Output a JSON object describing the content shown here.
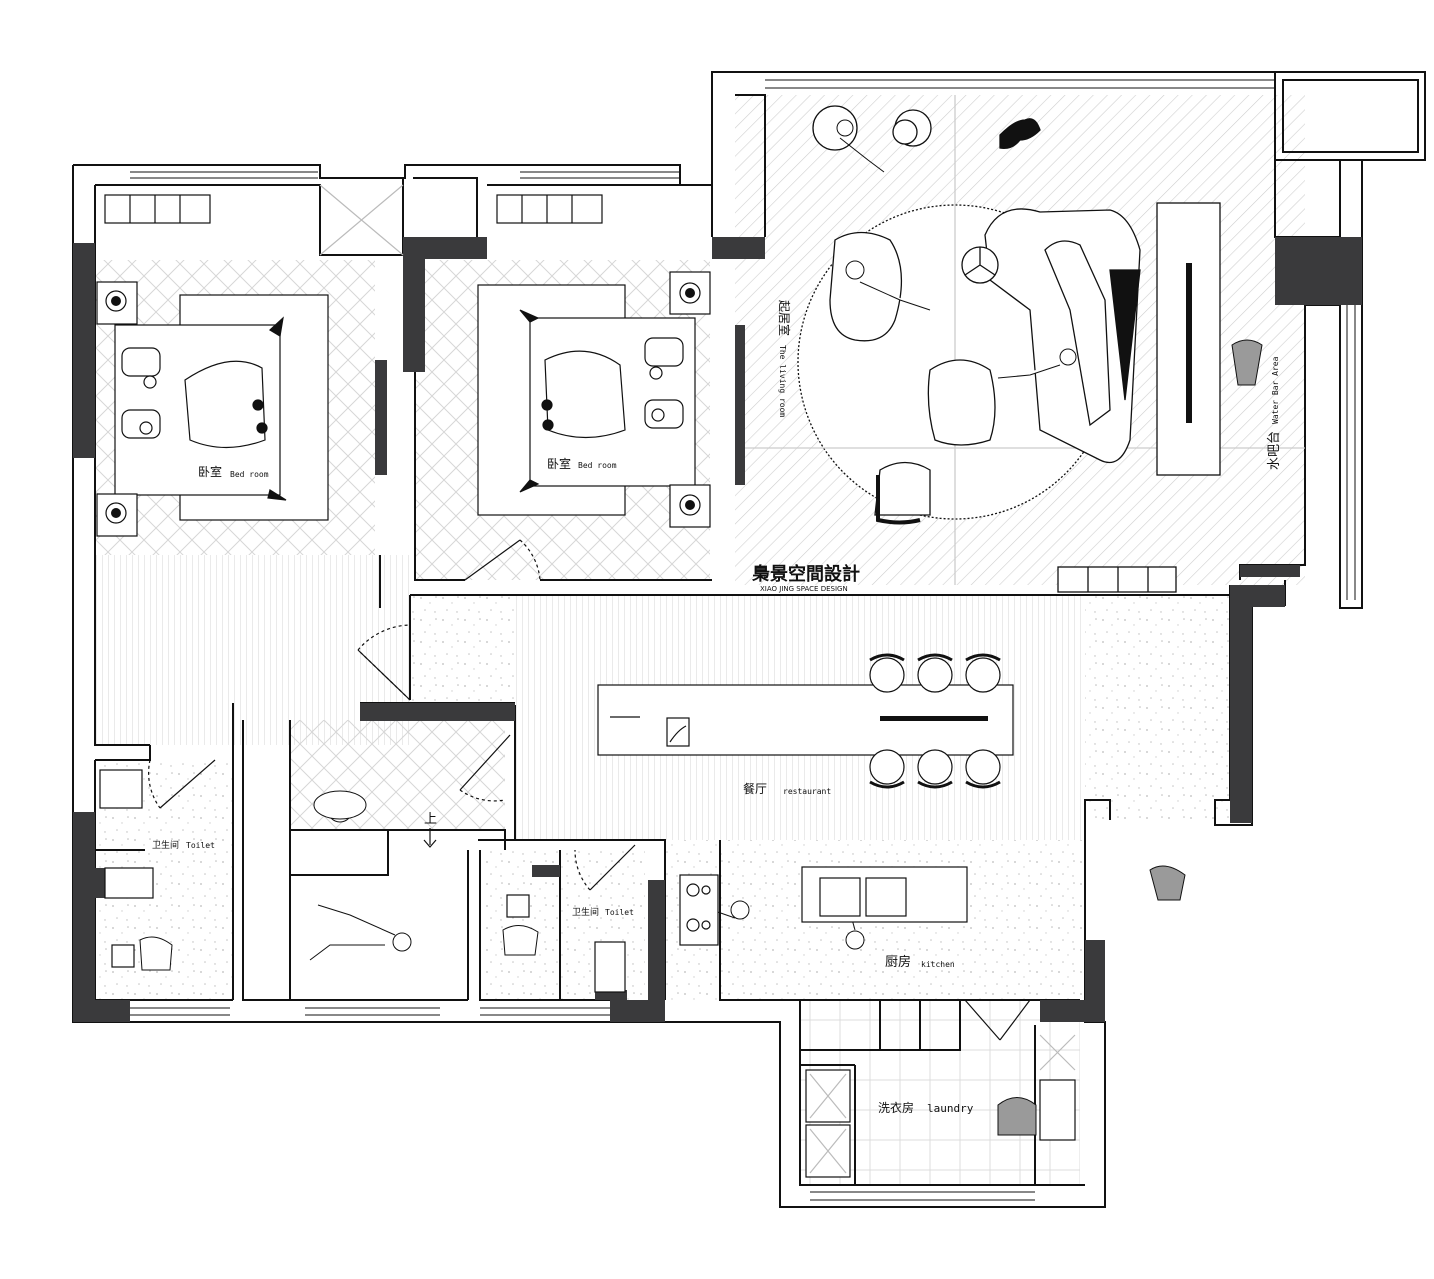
{
  "brand": {
    "name": "梟景空間設計",
    "subtitle": "XIAO JING SPACE DESIGN"
  },
  "rooms": {
    "bedroom_left": {
      "cn": "卧室",
      "en": "Bed room"
    },
    "bedroom_right": {
      "cn": "卧室",
      "en": "Bed room"
    },
    "living_room": {
      "cn": "起居室",
      "en": "The living room"
    },
    "water_bar": {
      "cn": "水吧台",
      "en": "Water Bar Area"
    },
    "restaurant": {
      "cn": "餐厅",
      "en": "restaurant"
    },
    "toilet_left": {
      "cn": "卫生间",
      "en": "Toilet"
    },
    "toilet_mid": {
      "cn": "卫生间",
      "en": "Toilet"
    },
    "kitchen": {
      "cn": "厨房",
      "en": "kitchen"
    },
    "laundry": {
      "cn": "洗衣房",
      "en": "laundry"
    }
  },
  "stair_label": "上",
  "colors": {
    "wall": "#3a3a3c",
    "outline": "#111111",
    "hatch": "#c8c8c8",
    "paper": "#ffffff",
    "person": "#9a9a9a"
  }
}
